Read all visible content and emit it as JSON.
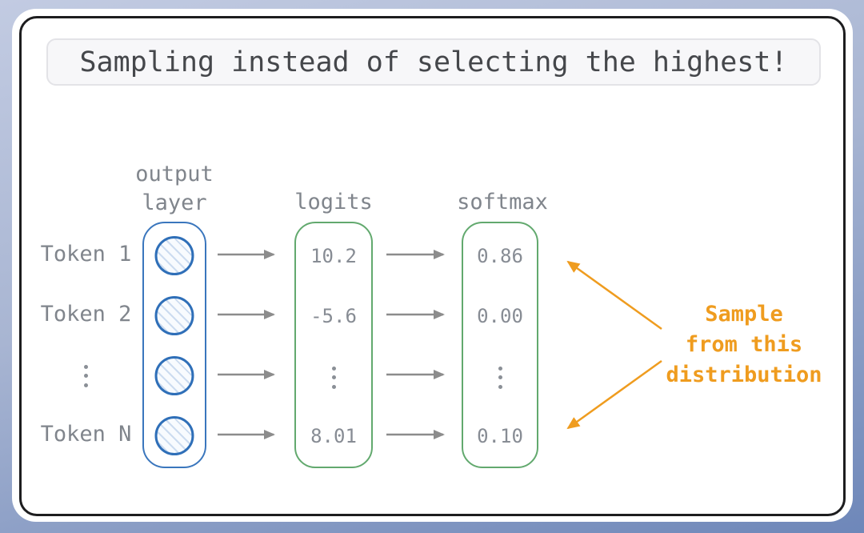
{
  "title": "Sampling instead of selecting the highest!",
  "columns": {
    "output_layer": {
      "label_line1": "output",
      "label_line2": "layer"
    },
    "logits": {
      "label": "logits"
    },
    "softmax": {
      "label": "softmax"
    }
  },
  "rows": [
    {
      "token": "Token 1",
      "logit": "10.2",
      "softmax": "0.86"
    },
    {
      "token": "Token 2",
      "logit": "-5.6",
      "softmax": "0.00"
    },
    {
      "token": "⋮",
      "logit": "⋮",
      "softmax": "⋮"
    },
    {
      "token": "Token N",
      "logit": "8.01",
      "softmax": "0.10"
    }
  ],
  "annotation": {
    "line1": "Sample",
    "line2": "from this",
    "line3": "distribution"
  },
  "colors": {
    "accent_blue": "#3a76bd",
    "accent_green": "#62a96e",
    "accent_orange": "#ef9c1f",
    "text_gray": "#80858c",
    "value_gray": "#878c94",
    "arrow_gray": "#8c8c8c",
    "card_border": "#1d1d1f",
    "title_text": "#45474b",
    "background_top": "#c2cbe2",
    "background_bottom": "#6e87b9"
  }
}
